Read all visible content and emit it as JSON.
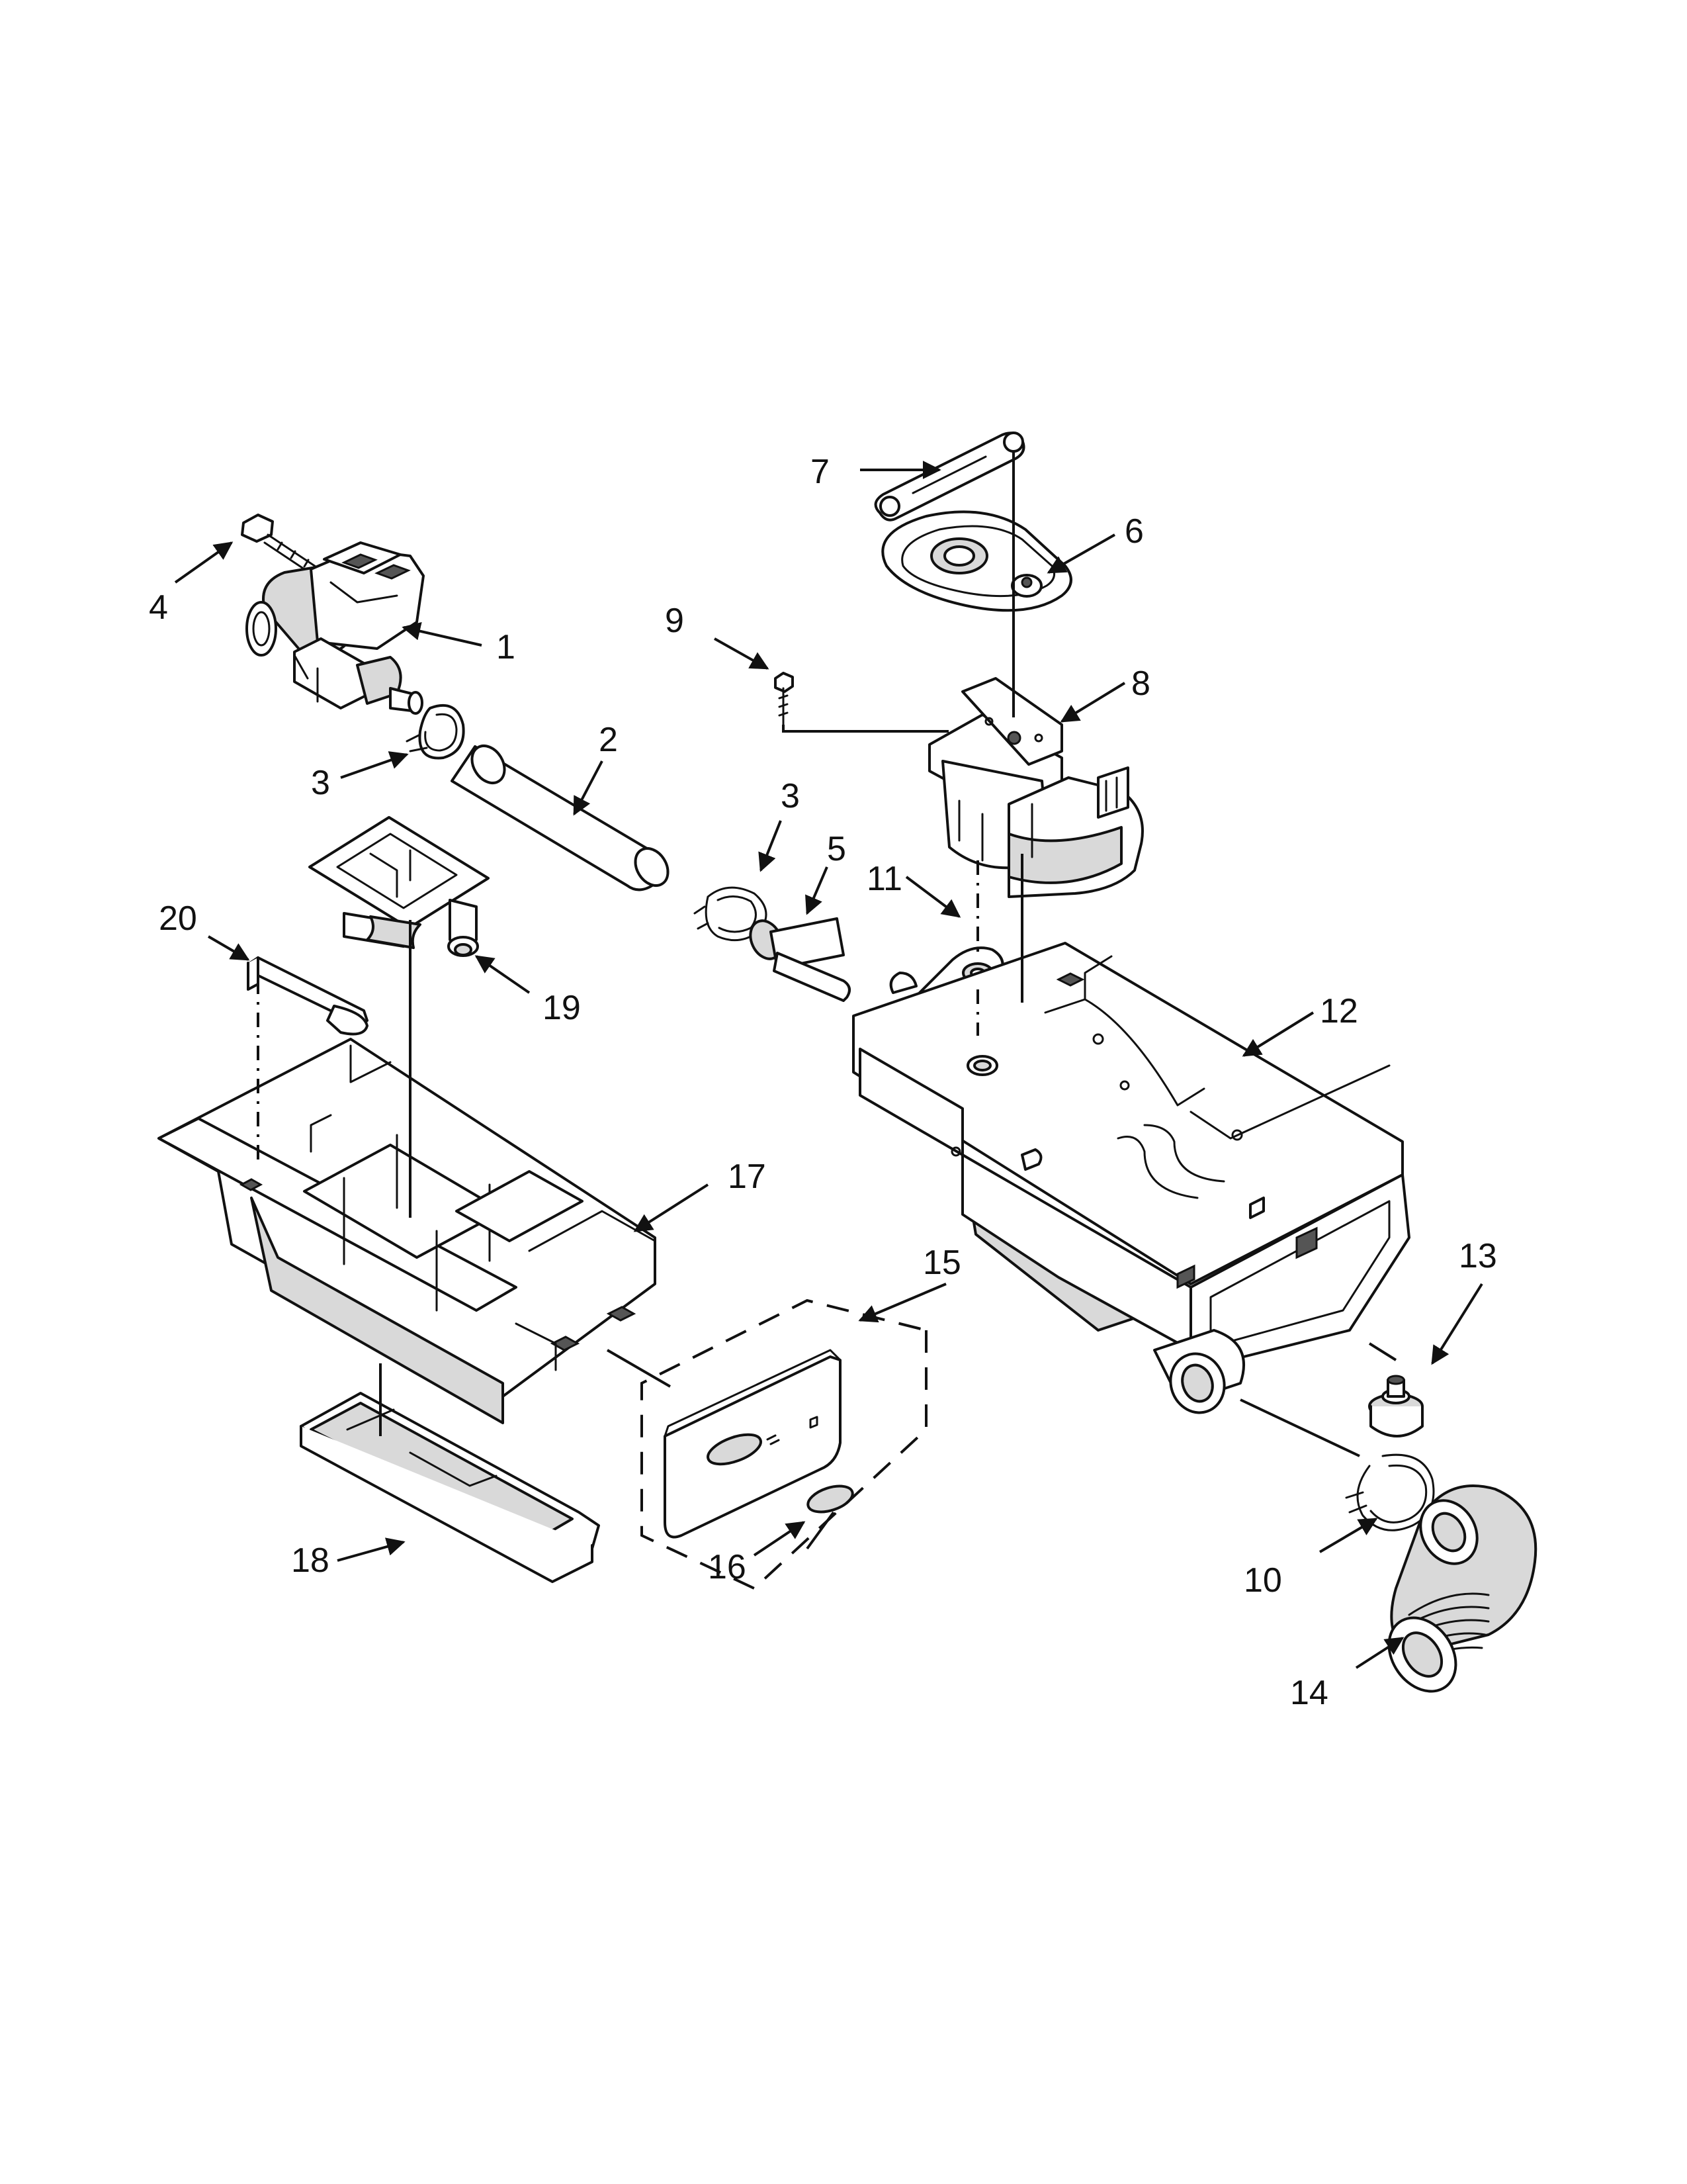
{
  "callouts": {
    "c1": "1",
    "c2": "2",
    "c3a": "3",
    "c3b": "3",
    "c4": "4",
    "c5": "5",
    "c6": "6",
    "c7": "7",
    "c8": "8",
    "c9": "9",
    "c10": "10",
    "c11": "11",
    "c12": "12",
    "c13": "13",
    "c14": "14",
    "c15": "15",
    "c16": "16",
    "c17": "17",
    "c18": "18",
    "c19": "19",
    "c20": "20"
  },
  "style": {
    "line_color": "#111111",
    "fill_color": "#ffffff",
    "shade_color": "#d9d9d9"
  }
}
